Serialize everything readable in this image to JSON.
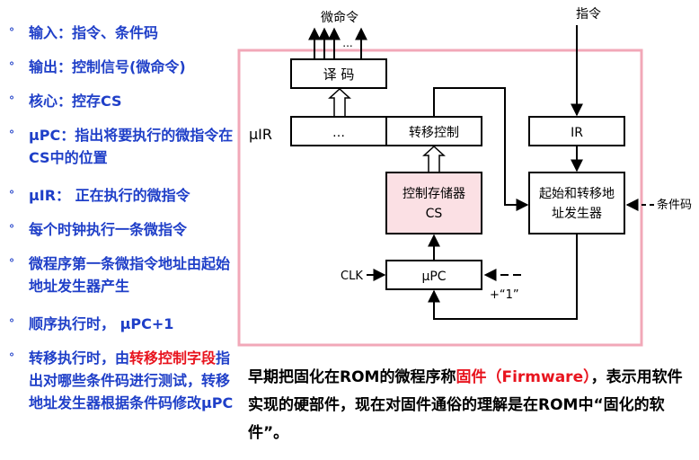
{
  "bullets": [
    {
      "text": "输入：指令、条件码"
    },
    {
      "text": "输出：控制信号(微命令)"
    },
    {
      "text": "核心：控存CS"
    },
    {
      "text": "μPC：指出将要执行的微指令在CS中的位置"
    },
    {
      "text": "μIR： 正在执行的微指令"
    },
    {
      "text": "每个时钟执行一条微指令"
    },
    {
      "text": "微程序第一条微指令地址由起始地址发生器产生"
    },
    {
      "text": "顺序执行时， μPC+1"
    },
    {
      "pre": "转移执行时，由",
      "highlight": "转移控制字段",
      "post": "指出对哪些条件码进行测试，转移地址发生器根据条件码修改μPC"
    }
  ],
  "paragraph": {
    "pre": "早期把固化在ROM的微程序称",
    "highlight": "固件（Firmware）",
    "post": "，表示用软件实现的硬部件，现在对固件通俗的理解是在ROM中“固化的软件”。"
  },
  "diagram": {
    "micro_cmd_label": "微命令",
    "dots_label": "...",
    "decoder_label": "译  码",
    "uir_label": "μIR",
    "uir_dots": "…",
    "branch_ctrl_label": "转移控制",
    "cs_label_1": "控制存储器",
    "cs_label_2": "CS",
    "upc_label": "μPC",
    "clk_label": "CLK",
    "plus_one_label": "+“1”",
    "instr_label": "指令",
    "ir_label": "IR",
    "addr_gen_label_1": "起始和转移地",
    "addr_gen_label_2": "址发生器",
    "cond_code_label": "条件码"
  },
  "colors": {
    "bullet_text": "#1f3fc8",
    "highlight": "#e8141e",
    "frame_border": "#f2a8b8",
    "cs_fill": "#fbe0e4"
  }
}
